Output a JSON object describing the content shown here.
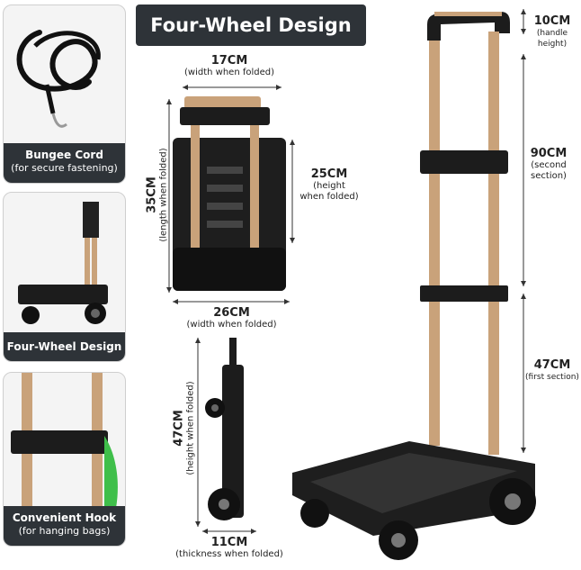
{
  "title": "Four-Wheel Design",
  "cards": [
    {
      "line1": "Bungee Cord",
      "line2": "(for secure fastening)"
    },
    {
      "line1": "Four-Wheel Design",
      "line2": ""
    },
    {
      "line1": "Convenient Hook",
      "line2": "(for hanging bags)"
    }
  ],
  "dims": {
    "handle": {
      "value": "10CM",
      "note": "(handle height)"
    },
    "second": {
      "value": "90CM",
      "note1": "(second",
      "note2": "section)"
    },
    "first": {
      "value": "47CM",
      "note": "(first section)"
    },
    "width_top": {
      "value": "17CM",
      "note": "(width when folded)"
    },
    "length": {
      "value": "35CM",
      "note": "(length when folded)"
    },
    "height25": {
      "value": "25CM",
      "note1": "(height",
      "note2": "when folded)"
    },
    "width_bottom": {
      "value": "26CM",
      "note": "(width when folded)"
    },
    "height47": {
      "value": "47CM",
      "note": "(height when folded)"
    },
    "thickness": {
      "value": "11CM",
      "note": "(thickness when folded)"
    }
  },
  "colors": {
    "dark": "#2e3338",
    "gold": "#c9a27a",
    "plastic": "#1c1c1c",
    "green": "#3fbf4a"
  }
}
